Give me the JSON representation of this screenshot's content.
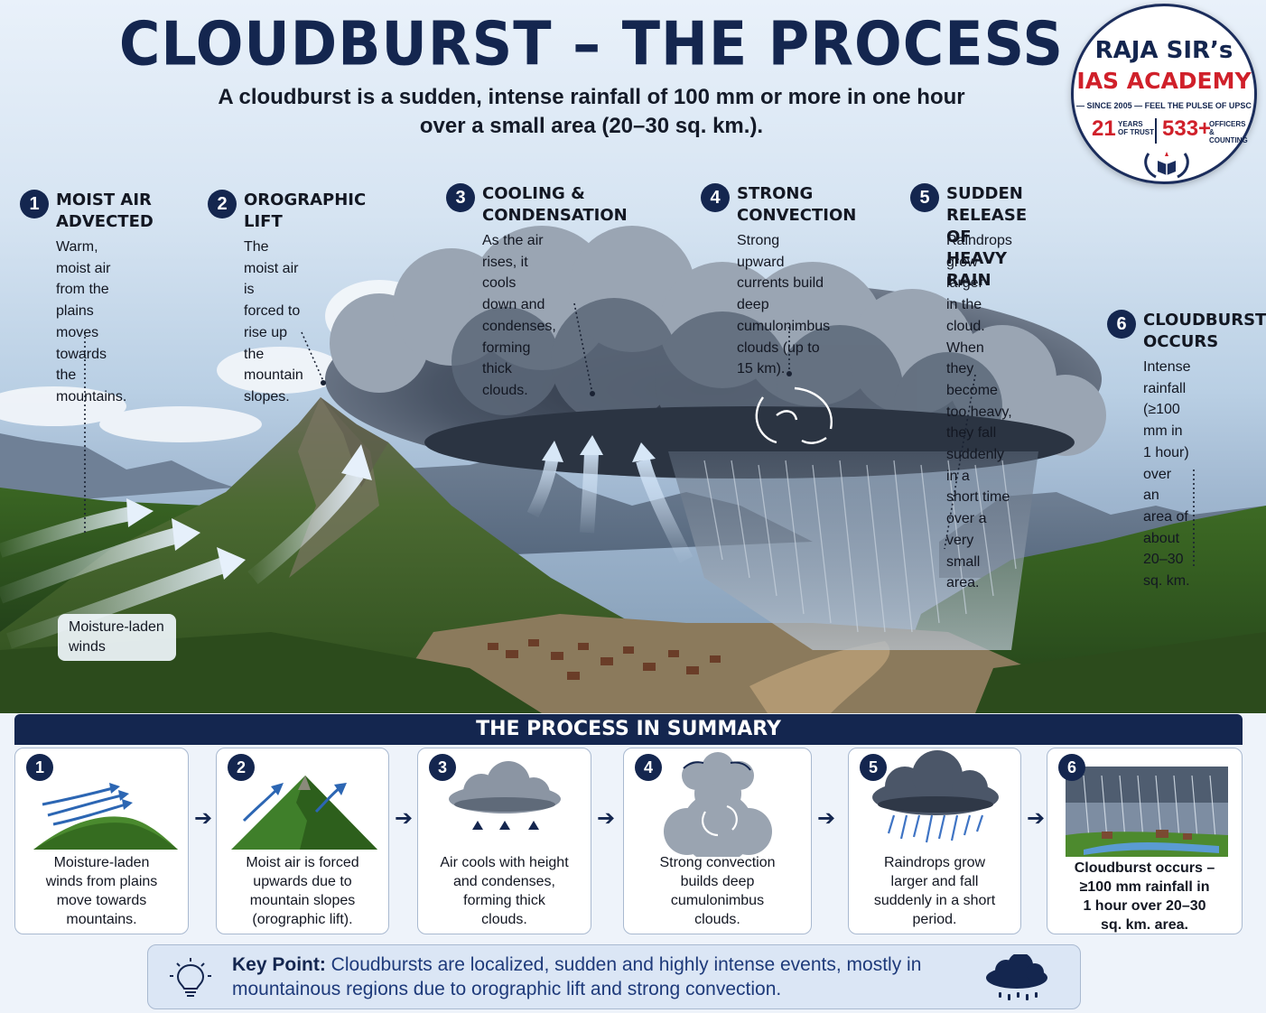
{
  "header": {
    "title": "CLOUDBURST – THE PROCESS",
    "subtitle": "A cloudburst is a sudden, intense rainfall of 100 mm or more in one hour over a small area (20–30 sq. km.)."
  },
  "logo": {
    "line1": "RAJA SIR’s",
    "line2": "IAS ACADEMY",
    "tagline": "— SINCE 2005 — FEEL THE PULSE OF UPSC",
    "years_num": "21",
    "years_label": "YEARS\nOF TRUST",
    "officers_num": "533+",
    "officers_label": "OFFICERS\n& COUNTING"
  },
  "steps": [
    {
      "num": "1",
      "head": "MOIST AIR\nADVECTED",
      "desc": "Warm, moist air\nfrom the plains\nmoves towards\nthe mountains."
    },
    {
      "num": "2",
      "head": "OROGRAPHIC\nLIFT",
      "desc": "The moist air is\nforced to rise up\nthe mountain\nslopes."
    },
    {
      "num": "3",
      "head": "COOLING &\nCONDENSATION",
      "desc": "As the air rises, it cools\ndown and condenses,\nforming thick clouds."
    },
    {
      "num": "4",
      "head": "STRONG\nCONVECTION",
      "desc": "Strong upward\ncurrents build\ndeep cumulonimbus\nclouds (up to 15 km)."
    },
    {
      "num": "5",
      "head": "SUDDEN RELEASE\nOF HEAVY RAIN",
      "desc": "Raindrops grow larger\nin the cloud. When they\nbecome too heavy,\nthey fall suddenly in a\nshort time over a very\nsmall area."
    },
    {
      "num": "6",
      "head": "CLOUDBURST\nOCCURS",
      "desc": "Intense rainfall\n(≥100 mm in\n1 hour) over an\narea of about\n20–30 sq. km."
    }
  ],
  "moisture_label": "Moisture-laden\nwinds",
  "summary": {
    "title": "THE PROCESS IN SUMMARY",
    "cards": [
      {
        "num": "1",
        "text": "Moisture-laden\nwinds from plains\nmove towards\nmountains."
      },
      {
        "num": "2",
        "text": "Moist air is forced\nupwards due to\nmountain slopes\n(orographic lift)."
      },
      {
        "num": "3",
        "text": "Air cools with height\nand condenses,\nforming thick\nclouds."
      },
      {
        "num": "4",
        "text": "Strong convection\nbuilds deep\ncumulonimbus\nclouds."
      },
      {
        "num": "5",
        "text": "Raindrops grow\nlarger and fall\nsuddenly in a short\nperiod."
      },
      {
        "num": "6",
        "text": "Cloudburst occurs –\n≥100 mm rainfall in\n1 hour over 20–30\nsq. km. area."
      }
    ]
  },
  "key_point": {
    "label": "Key Point:",
    "text": " Cloudbursts are localized, sudden and highly intense events, mostly in mountainous regions due to orographic lift and strong convection."
  },
  "icons": {
    "bulb": "lightbulb-icon",
    "rain": "rain-cloud-icon",
    "arrow": "arrow-right-icon"
  },
  "colors": {
    "navy": "#14264f",
    "accent_red": "#d0202a",
    "card_border": "#a9b9d0",
    "keypoint_bg": "#dbe6f5"
  }
}
